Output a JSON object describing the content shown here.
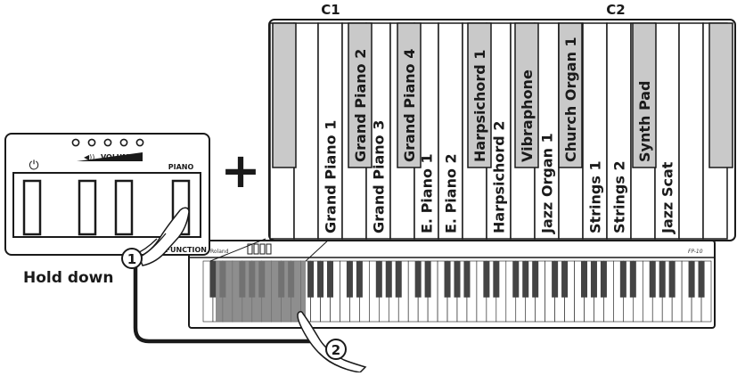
{
  "octave_labels": {
    "c1": "C1",
    "c2": "C2"
  },
  "white_key_labels": [
    "Grand Piano 1",
    "Grand Piano 3",
    "E. Piano 1",
    "E. Piano 2",
    "Harpsichord 2",
    "Jazz Organ 1",
    "Strings 1",
    "Strings 2",
    "Jazz Scat"
  ],
  "black_key_labels": [
    "Grand Piano 2",
    "Grand Piano 4",
    "Harpsichord 1",
    "Vibraphone",
    "Church Organ 1",
    "Synth Pad"
  ],
  "panel": {
    "volume_label": "VOLUME",
    "piano_label": "PIANO",
    "function_label": "FUNCTION",
    "power_glyph": "⏻",
    "volume_glyph": "◀))",
    "indicator_count": 5
  },
  "plus_sign": "+",
  "hold_instruction": "Hold down",
  "step_markers": [
    "1",
    "2"
  ],
  "brand_text": "Roland",
  "model_text": "FP-10",
  "colors": {
    "black_key_fill": "#c9c9c9",
    "highlight": "#7a7a7a",
    "outline": "#1a1a1a"
  }
}
